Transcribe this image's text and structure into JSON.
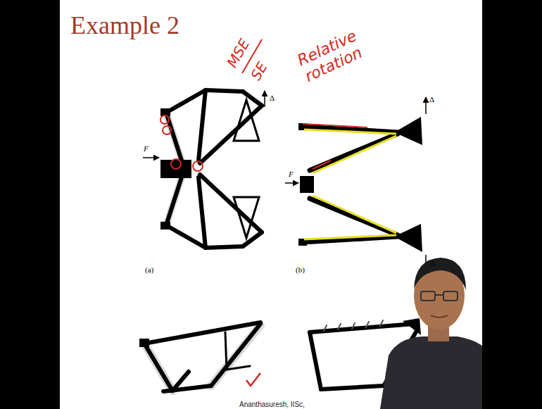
{
  "diagram": {
    "title": "Example 2",
    "labels": [
      "MSE",
      "SE",
      "Relative rotation",
      "Δ",
      "F",
      "Δ",
      "F",
      "Δ",
      "(a)",
      "(b)",
      "Ananthasuresh, IISc,"
    ]
  }
}
